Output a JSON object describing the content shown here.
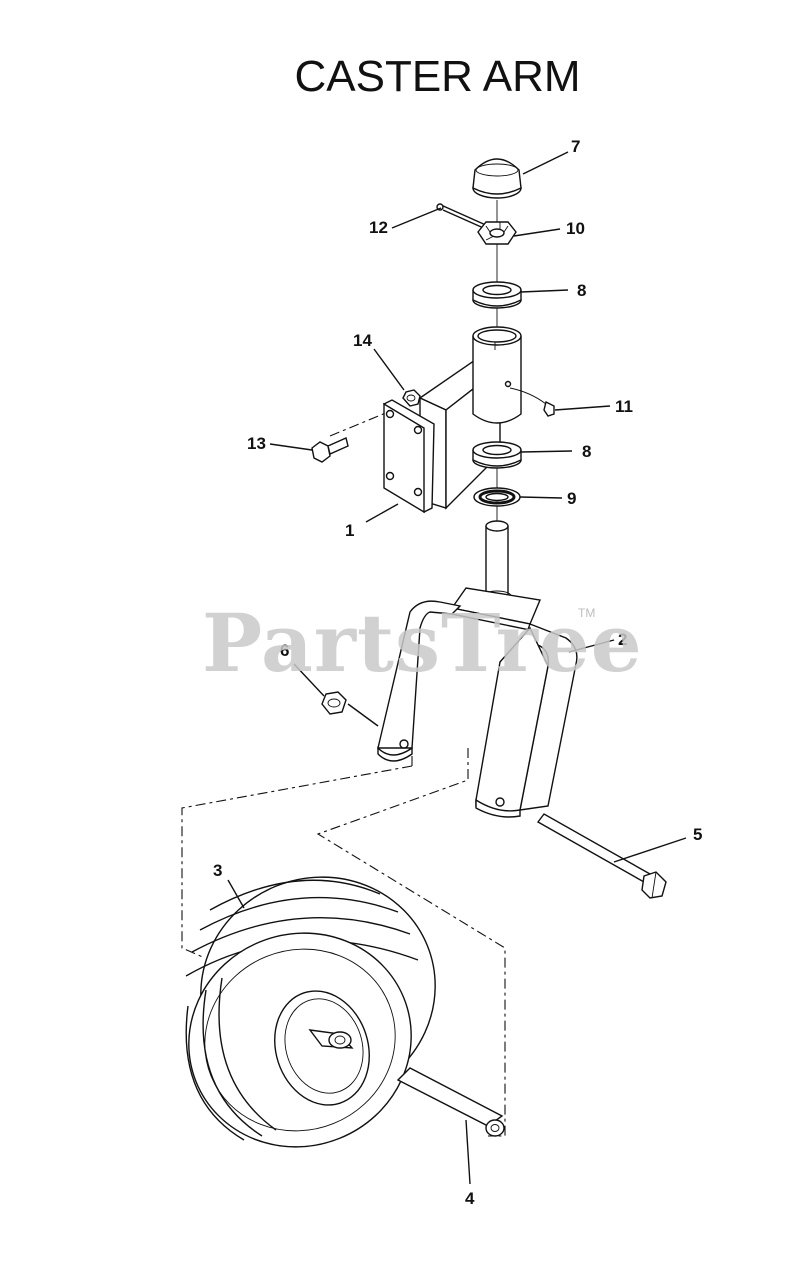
{
  "title": "CASTER ARM",
  "watermark": {
    "text": "PartsTree",
    "trademark": "TM"
  },
  "callouts": {
    "c1": "1",
    "c2": "2",
    "c3": "3",
    "c4": "4",
    "c5": "5",
    "c6": "6",
    "c7": "7",
    "c8a": "8",
    "c8b": "8",
    "c9": "9",
    "c10": "10",
    "c11": "11",
    "c12": "12",
    "c13": "13",
    "c14": "14"
  }
}
